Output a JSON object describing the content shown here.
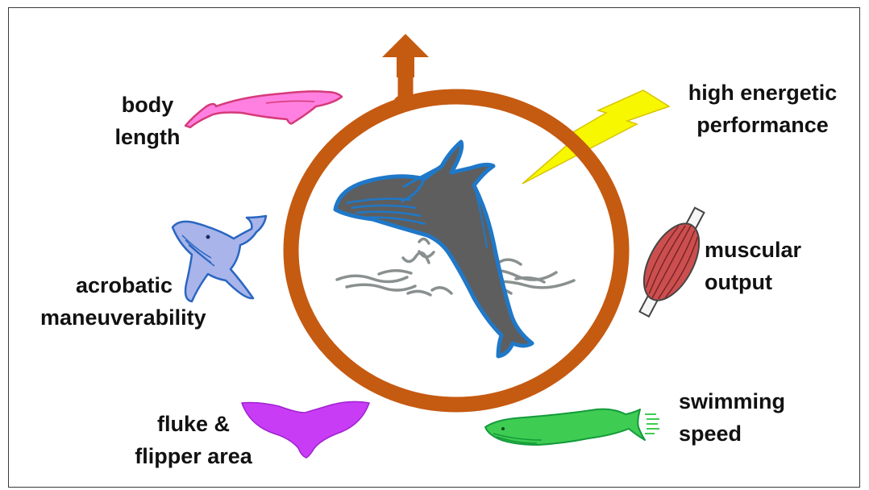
{
  "labels": {
    "body_length": {
      "line1": "body",
      "line2": "length"
    },
    "energetic": {
      "line1": "high energetic",
      "line2": "performance"
    },
    "muscular": {
      "line1": "muscular",
      "line2": "output"
    },
    "acrobatic": {
      "line1": "acrobatic",
      "line2": "maneuverability"
    },
    "swimming": {
      "line1": "swimming",
      "line2": "speed"
    },
    "fluke": {
      "line1": "fluke &",
      "line2": "flipper area"
    }
  },
  "colors": {
    "cycle": "#c55a11",
    "central_whale": "#5e5e5e",
    "central_outline": "#1f78c8",
    "blue_whale": "#ff80e0",
    "blue_whale_outline": "#d63a7a",
    "humpback": "#a8b4ea",
    "humpback_outline": "#2a66c0",
    "fluke": "#c93cf5",
    "swimmer": "#3ecc52",
    "swimmer_outline": "#149a3a",
    "lightning": "#f7f700",
    "muscle": "#cc4f4f",
    "water": "#8a9090"
  },
  "icons": [
    "cycle-arrow",
    "breaching-whale-icon",
    "blue-whale-icon",
    "humpback-whale-icon",
    "fluke-icon",
    "swimming-whale-icon",
    "lightning-icon",
    "muscle-icon"
  ]
}
